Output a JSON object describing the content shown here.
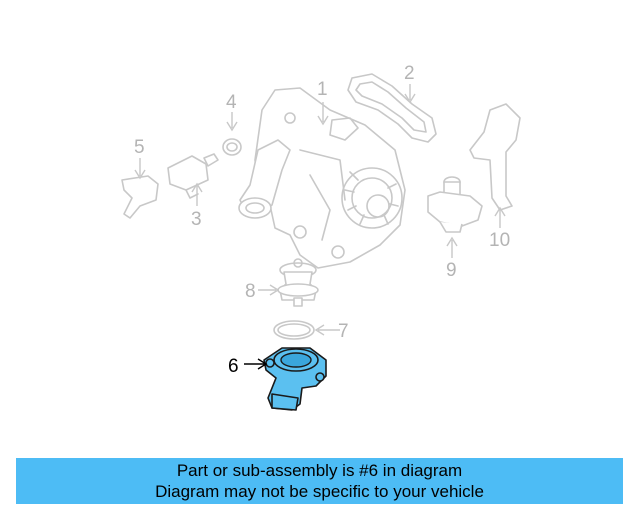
{
  "diagram": {
    "callouts": [
      "1",
      "2",
      "3",
      "4",
      "5",
      "6",
      "7",
      "8",
      "9",
      "10"
    ],
    "highlighted_part": "6",
    "colors": {
      "highlight": "#5bc0f0",
      "ghost": "#c8c8c8",
      "banner": "#4dbcf5"
    }
  },
  "banner": {
    "line1": "Part or sub-assembly is #6 in diagram",
    "line2": "Diagram may not be specific to your vehicle"
  }
}
